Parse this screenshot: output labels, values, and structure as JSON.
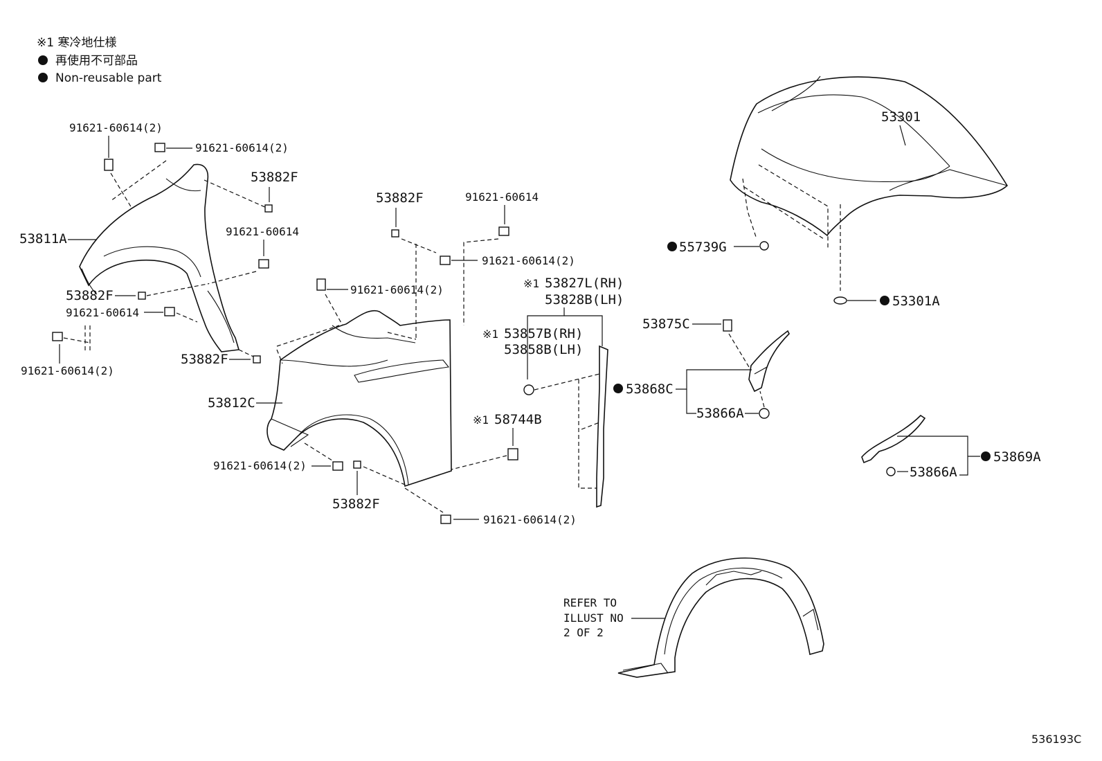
{
  "legend": {
    "cold_region": "※1 寒冷地仕様",
    "non_reusable_ja": "再使用不可部品",
    "non_reusable_en": "Non-reusable part"
  },
  "labels": {
    "p53301": "53301",
    "p55739G": "55739G",
    "p53301A": "53301A",
    "p53811A": "53811A",
    "p53882F_a": "53882F",
    "p53882F_b": "53882F",
    "p53882F_c": "53882F",
    "p53882F_d": "53882F",
    "p53882F_e": "53882F",
    "b_a": "91621-60614(2)",
    "b_b": "91621-60614(2)",
    "b_c": "91621-60614",
    "b_d": "91621-60614",
    "b_e": "91621-60614(2)",
    "b_f": "91621-60614",
    "b_g": "91621-60614(2)",
    "b_h": "91621-60614(2)",
    "b_i": "91621-60614(2)",
    "b_j": "91621-60614(2)",
    "p53812C": "53812C",
    "p53827L": "53827L(RH)",
    "p53828B": "53828B(LH)",
    "p53857B": "53857B(RH)",
    "p53858B": "53858B(LH)",
    "p58744B": "58744B",
    "p53875C": "53875C",
    "p53868C": "53868C",
    "p53866A_a": "53866A",
    "p53869A": "53869A",
    "p53866A_b": "53866A",
    "mark1": "※1",
    "refer_1": "REFER TO",
    "refer_2": "ILLUST NO",
    "refer_3": "2 OF 2",
    "diagram_code": "536193C"
  }
}
